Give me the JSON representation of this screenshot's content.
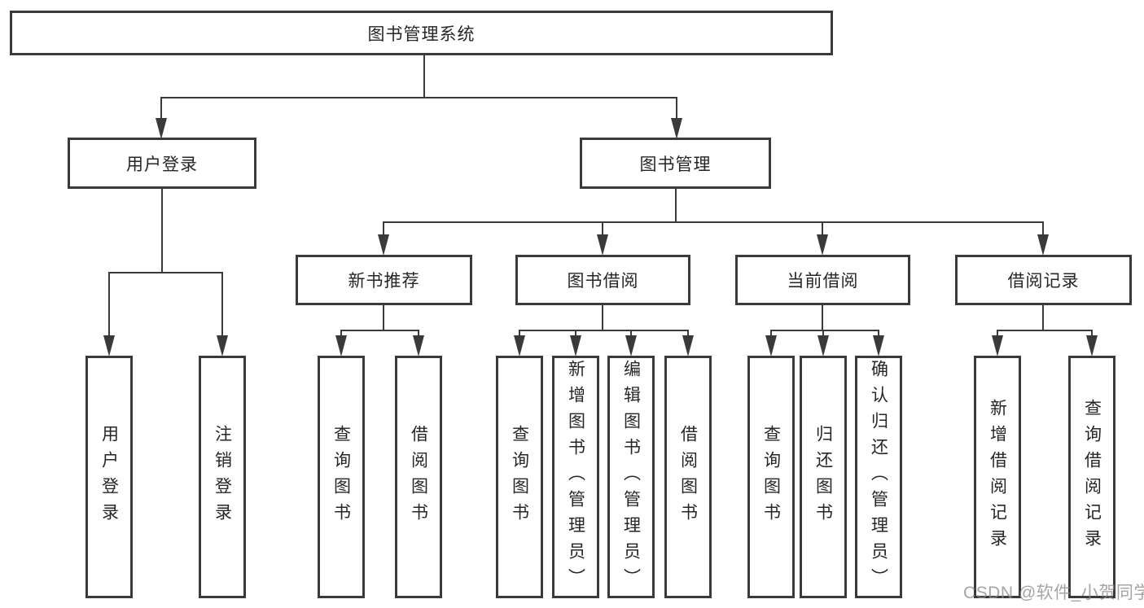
{
  "diagram": {
    "title": "图书管理系统",
    "nodes": {
      "user_login": "用户登录",
      "book_management": "图书管理",
      "new_book_recommend": "新书推荐",
      "book_borrow": "图书借阅",
      "current_borrow": "当前借阅",
      "borrow_record": "借阅记录"
    },
    "leaves": {
      "user_login": [
        "用户登录",
        "注销登录"
      ],
      "new_book_recommend": [
        "查询图书",
        "借阅图书"
      ],
      "book_borrow": [
        "查询图书",
        "新增图书（管理员）",
        "编辑图书（管理员）",
        "借阅图书"
      ],
      "current_borrow": [
        "查询图书",
        "归还图书",
        "确认归还（管理员）"
      ],
      "borrow_record": [
        "新增借阅记录",
        "查询借阅记录"
      ]
    }
  },
  "watermark": "CSDN @软件_小贺同学",
  "colors": {
    "line": "#3a3a3a",
    "text": "#262626",
    "background": "#ffffff",
    "watermark": "#8e8a88"
  }
}
